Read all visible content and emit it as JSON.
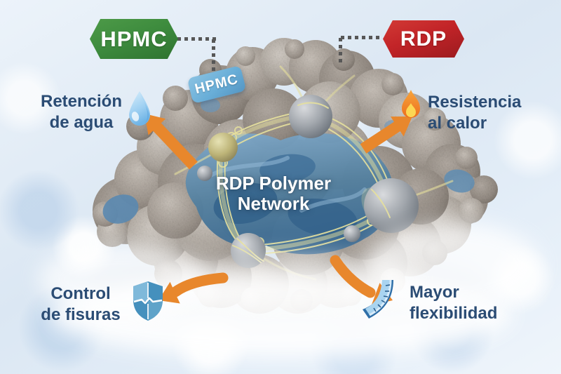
{
  "figure": {
    "type": "infographic-diagram",
    "subject": "RDP Polymer Network in mortar",
    "center_label": {
      "line1": "RDP Polymer",
      "line2": "Network"
    },
    "badges": {
      "hpmc": {
        "label": "HPMC"
      },
      "rdp": {
        "label": "RDP"
      },
      "hpmc_tag": {
        "label": "HPMC"
      }
    },
    "benefits": [
      {
        "id": "water-retention",
        "line1": "Retención",
        "line2": "de agua",
        "icon": "water-drop-icon",
        "position": "top-left"
      },
      {
        "id": "heat-resistance",
        "line1": "Resistencia",
        "line2": "al calor",
        "icon": "flame-icon",
        "position": "top-right"
      },
      {
        "id": "crack-control",
        "line1": "Control",
        "line2": "de fisuras",
        "icon": "shield-crack-icon",
        "position": "bottom-left"
      },
      {
        "id": "flexibility",
        "line1": "Mayor",
        "line2": "flexibilidad",
        "icon": "bent-ruler-icon",
        "position": "bottom-right"
      }
    ],
    "colors": {
      "hpmc_badge_green": "#3e8c3e",
      "rdp_badge_red": "#c22428",
      "hpmc_tag_blue": "#69aed8",
      "label_text_navy": "#2b4c74",
      "arrow_orange": "#e8872c",
      "background_blue": "#dde9f4",
      "net_yellow": "#e6e09c",
      "polymer_blue": "#4a7ca8",
      "aggregate_gray": "#a09890",
      "connector_dot_gray": "#575757"
    }
  }
}
